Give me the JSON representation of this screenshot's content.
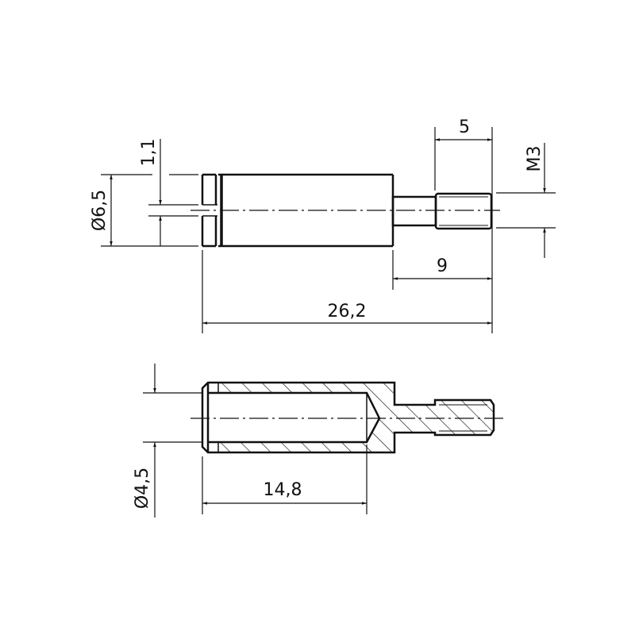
{
  "title": "Threaded pin drawing",
  "colors": {
    "line": "#111111",
    "background": "#ffffff"
  },
  "top_view": {
    "dimensions": {
      "diameter_outer": "Ø6,5",
      "slot_width": "1,1",
      "thread_length": "5",
      "thread": "M3",
      "pin_length": "9",
      "total_length": "26,2"
    }
  },
  "section_view": {
    "dimensions": {
      "bore_diameter": "Ø4,5",
      "bore_depth": "14,8"
    }
  }
}
